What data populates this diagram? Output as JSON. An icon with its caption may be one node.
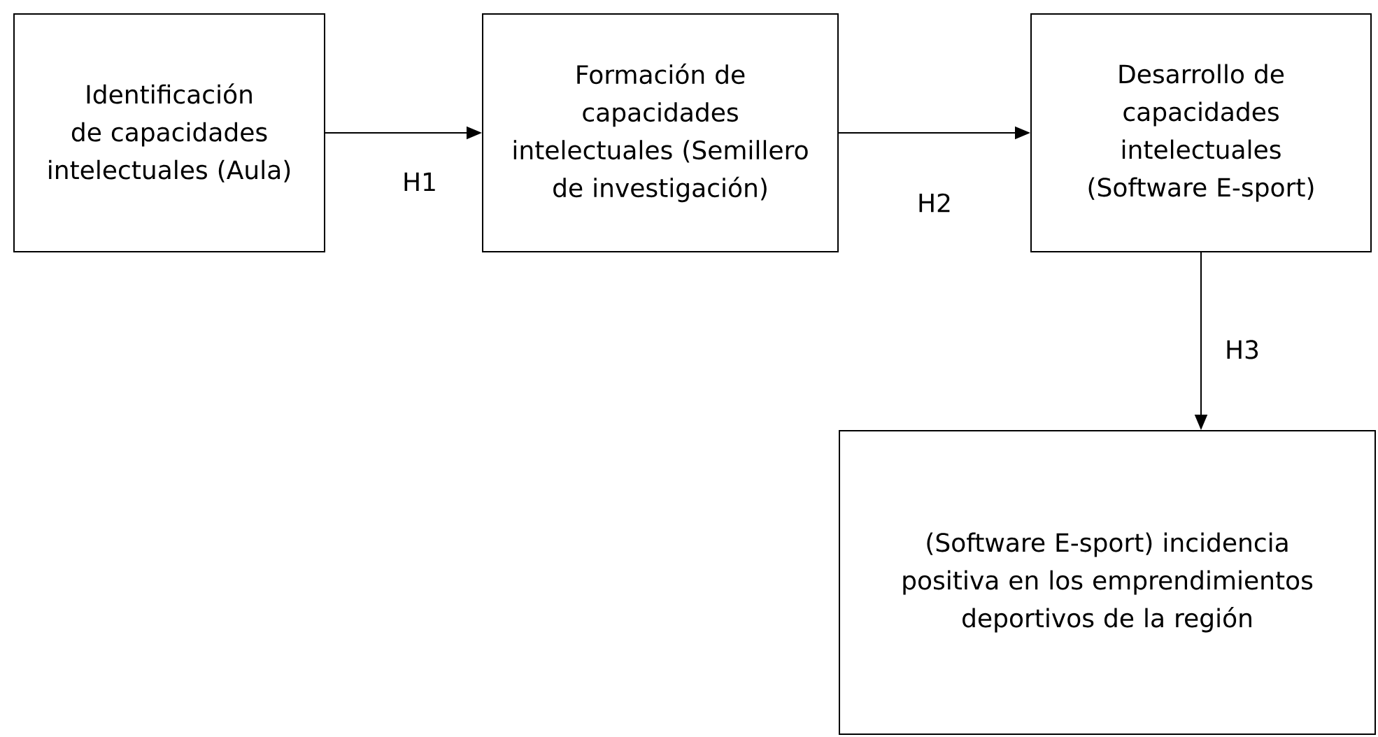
{
  "diagram": {
    "nodes": [
      {
        "text": [
          "Identificación de capacidades intelectuales (Aula)"
        ]
      },
      {
        "text": [
          "Formación de capacidades intelectuales (Semillero de investigación)"
        ]
      },
      {
        "text": [
          "Desarrollo de capacidades intelectuales (Software E-sport)"
        ]
      },
      {
        "text": [
          "(Software E-sport) incidencia positiva en los emprendimientos deportivos de la región"
        ]
      }
    ],
    "edges": [
      {
        "from": 0,
        "to": 1,
        "arrow": "to",
        "label": "H1"
      },
      {
        "from": 1,
        "to": 2,
        "arrow": "to",
        "label": "H2"
      },
      {
        "from": 2,
        "to": 3,
        "arrow": "to",
        "label": "H3"
      }
    ]
  }
}
